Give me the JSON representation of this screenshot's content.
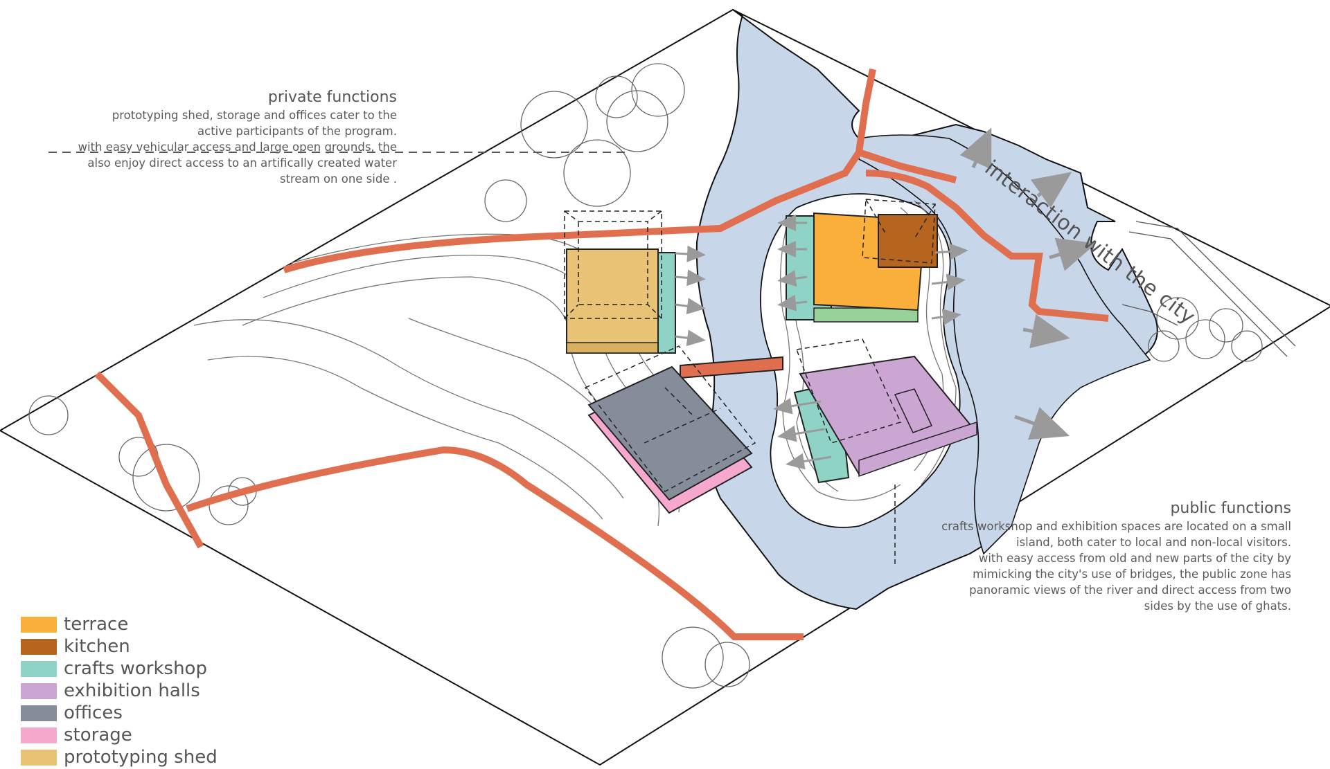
{
  "city_label": "interaction with the city",
  "private_note": {
    "title": "private functions",
    "lines": [
      "prototyping shed, storage and offices cater to the",
      "active participants of the program.",
      "with easy vehicular access and large open grounds, the",
      "also enjoy direct access to an artifically created water",
      "stream  on one side ."
    ]
  },
  "public_note": {
    "title": "public functions",
    "lines": [
      "crafts workshop and exhibition spaces are located on a small",
      "island, both cater to local and non-local visitors.",
      "with easy access from old and new parts of the city by",
      "mimicking the city's use of bridges, the public zone has",
      "panoramic views of the river  and direct access from two",
      "sides by the use of ghats."
    ]
  },
  "legend": [
    {
      "label": "terrace",
      "color": "#FBB03B"
    },
    {
      "label": "kitchen",
      "color": "#B5651D"
    },
    {
      "label": "crafts workshop",
      "color": "#8FD3C7"
    },
    {
      "label": "exhibition halls",
      "color": "#CBA6D3"
    },
    {
      "label": "offices",
      "color": "#858D9B"
    },
    {
      "label": "storage",
      "color": "#F6A8CD"
    },
    {
      "label": "prototyping shed",
      "color": "#E8C275"
    }
  ],
  "colors": {
    "water": "#C8D6EA",
    "path": "#E06F4F",
    "contour": "#777777",
    "outline": "#222222",
    "arrow": "#9A9A9A"
  }
}
